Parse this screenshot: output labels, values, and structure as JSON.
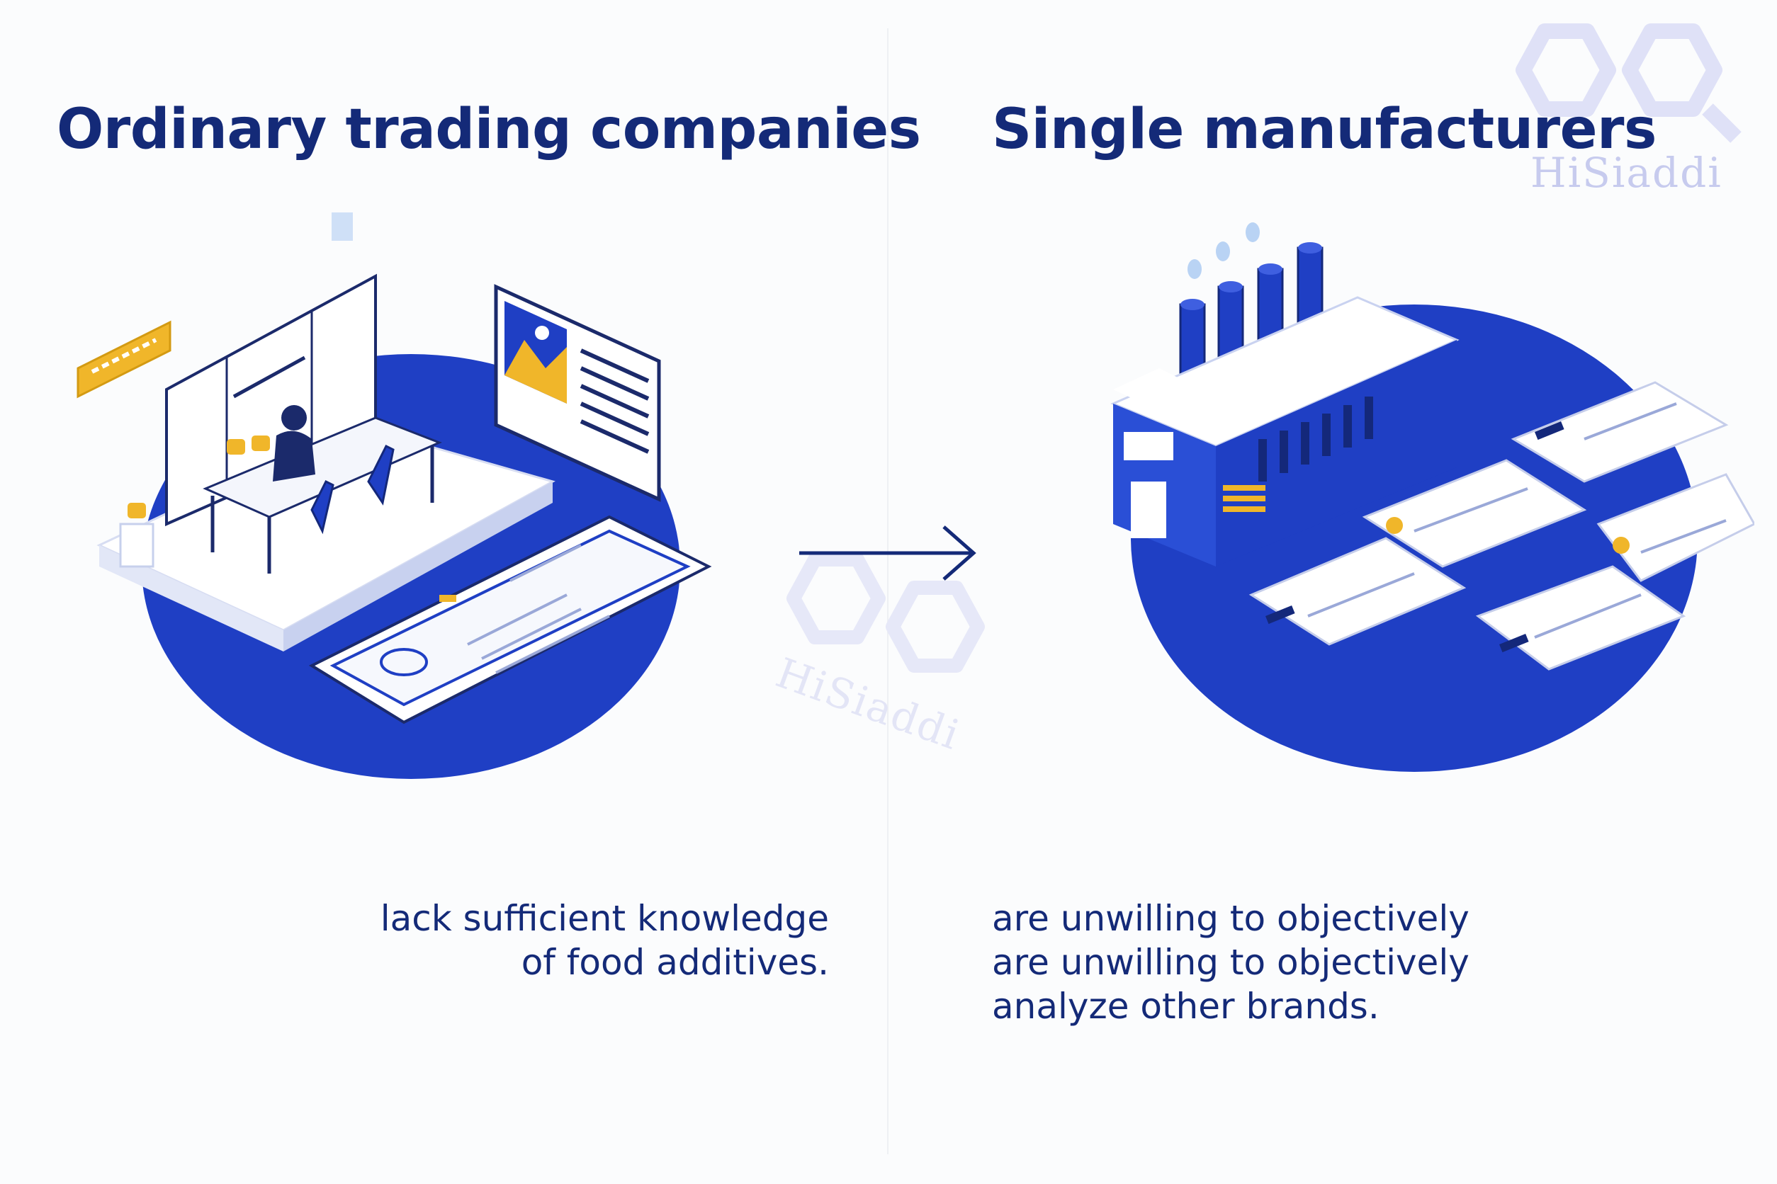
{
  "left_panel": {
    "title": "Ordinary trading companies",
    "caption_lines": [
      "lack sufficient knowledge",
      "of food additives."
    ]
  },
  "right_panel": {
    "title": "Single manufacturers",
    "caption_lines": [
      "are unwilling to objectively",
      "are unwilling to objectively",
      "analyze other brands."
    ]
  },
  "watermark": {
    "text": "HiSiaddi"
  },
  "colors": {
    "brand_blue": "#1f3fc4",
    "navy_text": "#142a78",
    "accent_yellow": "#f0b62a",
    "background": "#fbfcfd"
  },
  "icons": {
    "left_illustration": "office-desk-illustration",
    "right_illustration": "factory-illustration",
    "arrow": "arrow-right-icon"
  }
}
